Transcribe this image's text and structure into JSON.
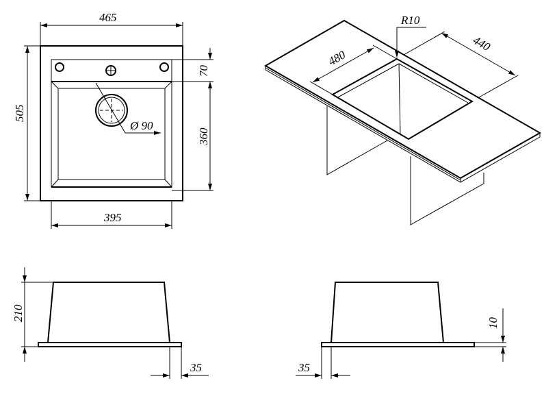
{
  "top_view": {
    "width_overall": "465",
    "depth_overall": "505",
    "tap_strip_depth": "70",
    "bowl_depth": "360",
    "bowl_width": "395",
    "drain_diameter": "Ø 90"
  },
  "iso_view": {
    "cutout_width": "480",
    "cutout_depth": "440",
    "corner_radius": "R10"
  },
  "side_view_front": {
    "bowl_height": "210",
    "flange_overhang": "35"
  },
  "side_view_side": {
    "flange_thickness": "10",
    "flange_overhang": "35"
  },
  "colors": {
    "line": "#000000",
    "background": "#ffffff"
  }
}
